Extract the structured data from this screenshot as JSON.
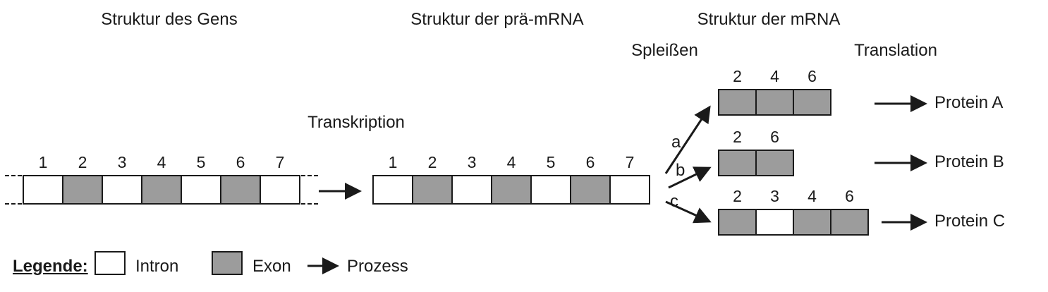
{
  "colors": {
    "exon_fill": "#9c9c9c",
    "intron_fill": "#ffffff",
    "line": "#1a1a1a",
    "background": "#ffffff"
  },
  "titles": {
    "gene": "Struktur des Gens",
    "pre_mrna": "Struktur der prä-mRNA",
    "mrna": "Struktur der mRNA",
    "splicing": "Spleißen",
    "translation": "Translation",
    "transcription": "Transkription"
  },
  "gene": {
    "segments": [
      {
        "label": "1",
        "type": "intron"
      },
      {
        "label": "2",
        "type": "exon"
      },
      {
        "label": "3",
        "type": "intron"
      },
      {
        "label": "4",
        "type": "exon"
      },
      {
        "label": "5",
        "type": "intron"
      },
      {
        "label": "6",
        "type": "exon"
      },
      {
        "label": "7",
        "type": "intron"
      }
    ]
  },
  "pre_mrna": {
    "segments": [
      {
        "label": "1",
        "type": "intron"
      },
      {
        "label": "2",
        "type": "exon"
      },
      {
        "label": "3",
        "type": "intron"
      },
      {
        "label": "4",
        "type": "exon"
      },
      {
        "label": "5",
        "type": "intron"
      },
      {
        "label": "6",
        "type": "exon"
      },
      {
        "label": "7",
        "type": "intron"
      }
    ]
  },
  "mrnas": [
    {
      "arrow_label": "a",
      "segments": [
        {
          "label": "2",
          "type": "exon"
        },
        {
          "label": "4",
          "type": "exon"
        },
        {
          "label": "6",
          "type": "exon"
        }
      ],
      "protein": "Protein A"
    },
    {
      "arrow_label": "b",
      "segments": [
        {
          "label": "2",
          "type": "exon"
        },
        {
          "label": "6",
          "type": "exon"
        }
      ],
      "protein": "Protein B"
    },
    {
      "arrow_label": "c",
      "segments": [
        {
          "label": "2",
          "type": "exon"
        },
        {
          "label": "3",
          "type": "intron"
        },
        {
          "label": "4",
          "type": "exon"
        },
        {
          "label": "6",
          "type": "exon"
        }
      ],
      "protein": "Protein C"
    }
  ],
  "legend": {
    "title": "Legende:",
    "items": [
      {
        "type": "intron",
        "label": "Intron"
      },
      {
        "type": "exon",
        "label": "Exon"
      },
      {
        "type": "arrow",
        "label": "Prozess"
      }
    ]
  }
}
